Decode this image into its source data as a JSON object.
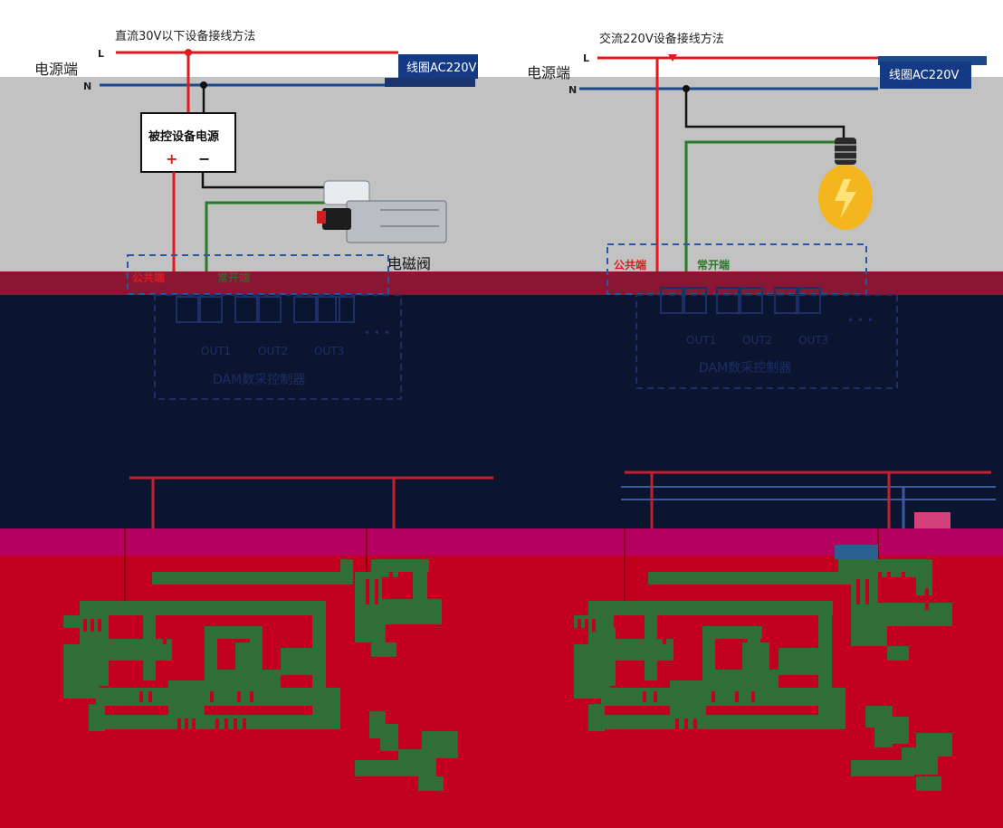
{
  "diagrams": {
    "dc": {
      "title": "直流30V以下设备接线方法",
      "power_label": "电源端",
      "line_L": "L",
      "line_N": "N",
      "coil": "线圈AC220V",
      "device_power": "被控设备电源",
      "plus": "+",
      "minus": "−",
      "load": "电磁阀",
      "common": "公共端",
      "normally_open": "常开端",
      "outputs": [
        "OUT1",
        "OUT2",
        "OUT3"
      ],
      "ellipsis": "• • •",
      "controller": "DAM数采控制器"
    },
    "ac": {
      "title": "交流220V设备接线方法",
      "power_label": "电源端",
      "line_L": "L",
      "line_N": "N",
      "coil": "线圈AC220V",
      "common": "公共端",
      "normally_open": "常开端",
      "outputs": [
        "OUT1",
        "OUT2",
        "OUT3"
      ],
      "ellipsis": "• • •",
      "controller": "DAM数采控制器"
    }
  },
  "colors": {
    "band_top": "#ffffff",
    "band_grey": "#c2c2c2",
    "band_maroon": "#8a1634",
    "band_dark": "#0c1530",
    "band_magenta": "#b6005f",
    "band_red": "#c2001e",
    "wire_red": "#e0191e",
    "wire_blue": "#1a4a8a",
    "wire_green": "#2a7a2a",
    "wire_black": "#111111",
    "dash_blue": "#2a56a8",
    "coil_bg": "#153a85",
    "garble_green": "#2f6f37"
  }
}
